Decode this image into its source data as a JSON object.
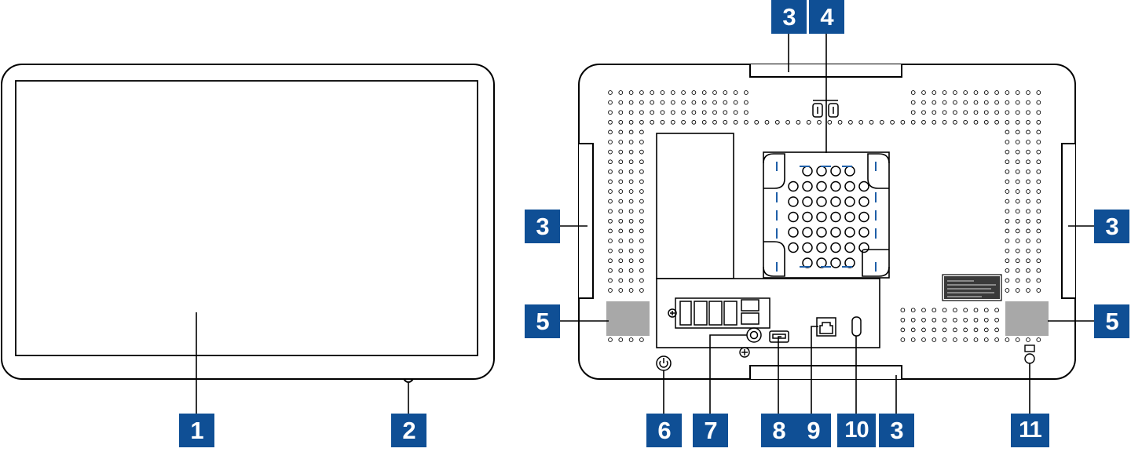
{
  "diagram": {
    "front_view": {
      "callouts": [
        {
          "label": "1",
          "part": "screen"
        },
        {
          "label": "2",
          "part": "front-button"
        }
      ]
    },
    "rear_view": {
      "callouts": [
        {
          "label": "3",
          "part": "top-slot"
        },
        {
          "label": "4",
          "part": "vesa-mount"
        },
        {
          "label": "3",
          "part": "left-slot"
        },
        {
          "label": "3",
          "part": "right-slot"
        },
        {
          "label": "5",
          "part": "left-speaker"
        },
        {
          "label": "5",
          "part": "right-speaker"
        },
        {
          "label": "6",
          "part": "power-button"
        },
        {
          "label": "7",
          "part": "audio-jack"
        },
        {
          "label": "8",
          "part": "usb-port"
        },
        {
          "label": "9",
          "part": "ethernet-port"
        },
        {
          "label": "10",
          "part": "usb-c-port"
        },
        {
          "label": "3",
          "part": "bottom-slot"
        },
        {
          "label": "11",
          "part": "kensington-lock"
        }
      ]
    }
  },
  "colors": {
    "callout_fill": "#0f4f95",
    "callout_text": "#ffffff",
    "line": "#000000",
    "mount_marks": "#1f5fa8",
    "speaker_fill": "#a8a8a8"
  }
}
